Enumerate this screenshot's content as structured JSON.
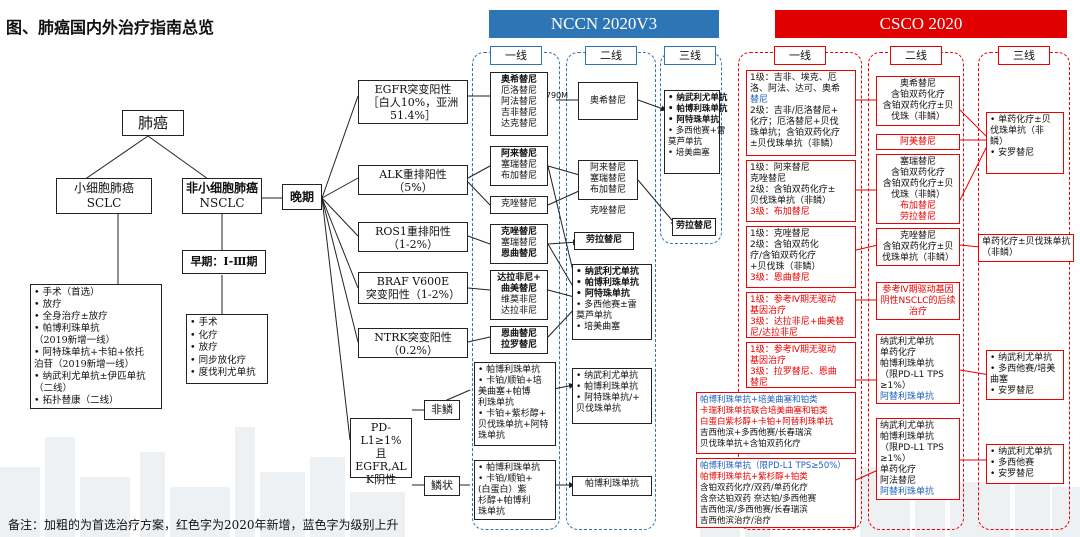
{
  "title": "图、肺癌国内外治疗指南总览",
  "note": "备注：加粗的为首选治疗方案，红色字为2020年新增，蓝色字为级别上升",
  "root": "肺癌",
  "sclc": {
    "line1": "小细胞肺癌",
    "line2": "SCLC"
  },
  "nsclc": {
    "line1": "非小细胞肺癌",
    "line2": "NSCLC"
  },
  "late": "晚期",
  "early_stage": "早期：Ⅰ-Ⅲ期",
  "sclc_tx": [
    "• 手术（首选）",
    "• 放疗",
    "• 全身治疗±放疗",
    "• 帕博利珠单抗",
    "  （2019新增一线）",
    "• 阿特珠单抗+卡铂+依托",
    "  泊苷（2019新增一线）",
    "• 纳武利尤单抗±伊匹单抗",
    "  （二线）",
    "• 拓扑替康（二线）"
  ],
  "early_tx": [
    "• 手术",
    "• 化疗",
    "• 放疗",
    "• 同步放化疗",
    "• 度伐利尤单抗"
  ],
  "subtypes": {
    "egfr": [
      "EGFR突变阳性",
      "［白人10%，亚洲",
      "51.4%］"
    ],
    "alk": [
      "ALK重排阳性",
      "（5%）"
    ],
    "ros1": [
      "ROS1重排阳性",
      "（1-2%）"
    ],
    "braf": [
      "BRAF V600E",
      "突变阳性（1-2%）"
    ],
    "ntrk": [
      "NTRK突变阳性",
      "（0.2%）"
    ],
    "pdl1": [
      "PD-L1≥1%",
      "且",
      "EGFR,AL",
      "K阴性"
    ]
  },
  "histology": {
    "nonsq": "非鳞",
    "sq": "鳞状"
  },
  "t790m": "T790M",
  "nccn": {
    "banner": "NCCN 2020V3",
    "h1": "一线",
    "h2": "二线",
    "h3": "三线",
    "l1": {
      "egfr": [
        "奥希替尼",
        "厄洛替尼",
        "阿法替尼",
        "吉非替尼",
        "达克替尼"
      ],
      "alk_a": [
        "阿来替尼",
        "塞瑞替尼",
        "布加替尼"
      ],
      "alk_b": [
        "克唑替尼"
      ],
      "ros1": [
        "克唑替尼",
        "塞瑞替尼",
        "恩曲替尼"
      ],
      "braf": [
        "达拉非尼+",
        "曲美替尼",
        "维莫非尼",
        "达拉非尼"
      ],
      "ntrk": [
        "恩曲替尼",
        "拉罗替尼"
      ],
      "nonsq": [
        "• 帕博利珠单抗",
        "• 卡铂/顺铂+培",
        "  美曲塞+帕博",
        "  利珠单抗",
        "• 卡铂+紫杉醇+",
        "  贝伐珠单抗+阿特",
        "  珠单抗"
      ],
      "sq": [
        "• 帕博利珠单抗",
        "• 卡铂/顺铂+",
        "  (白蛋白）紫",
        "  杉醇+帕博利",
        "  珠单抗"
      ]
    },
    "l2": {
      "egfr": [
        "奥希替尼"
      ],
      "alk": [
        "阿来替尼",
        "塞瑞替尼",
        "布加替尼"
      ],
      "alk_b": [
        "克唑替尼"
      ],
      "ros1": [
        "劳拉替尼"
      ],
      "mid": [
        "• 纳武利尤单抗",
        "• 帕博利珠单抗",
        "• 阿特珠单抗",
        "• 多西他赛±雷",
        "  莫芦单抗",
        "• 培美曲塞"
      ],
      "nonsq": [
        "• 纳武利尤单抗",
        "• 帕博利珠单抗",
        "• 阿特珠单抗/+",
        "  贝伐珠单抗"
      ],
      "sq": [
        "帕博利珠单抗"
      ]
    },
    "l3": {
      "a": [
        "• 纳武利尤单抗",
        "• 帕博利珠单抗",
        "• 阿特珠单抗",
        "• 多西他赛+雷",
        "  莫芦单抗",
        "• 培美曲塞"
      ],
      "b": [
        "劳拉替尼"
      ]
    }
  },
  "csco": {
    "banner": "CSCO 2020",
    "h1": "一线",
    "h2": "二线",
    "h3": "三线",
    "col1": [
      [
        "1级：吉非、埃克、厄",
        "洛、阿法、达可、奥希",
        "替尼",
        "2级：吉非/厄洛替尼+",
        "化疗；厄洛替尼+贝伐",
        "珠单抗；含铂双药化疗",
        "±贝伐珠单抗（非鳞）"
      ],
      [
        "1级：阿来替尼",
        "     克唑替尼",
        "2级：含铂双药化疗±",
        "贝伐珠单抗（非鳞）",
        "3级：布加替尼"
      ],
      [
        "1级：克唑替尼",
        "2级：含铂双药化",
        "疗/含铂双药化疗",
        "+贝伐珠（非鳞）",
        "3级：恩曲替尼"
      ],
      [
        "1级：参考Ⅳ期无驱动",
        "基因治疗",
        "3级：达拉非尼+曲美替",
        "尼/达拉非尼"
      ],
      [
        "1级：参考Ⅳ期无驱动",
        "基因治疗",
        "3级：拉罗替尼、恩曲",
        "替尼"
      ],
      [
        "帕博利珠单抗+培美曲塞和铂类",
        "卡瑞利珠单抗联合培美曲塞和铂类",
        "白蛋白紫杉醇+卡铂+阿替利珠单抗",
        "吉西他滨+多西他赛/长春瑞滨",
        "贝伐珠单抗+含铂双药化疗"
      ],
      [
        "帕博利珠单抗（限PD-L1 TPS≥50%）",
        "帕博利珠单抗+紫杉醇+铂类",
        "含铂双药化疗/双药/单药化疗",
        "含奈达铂双药  奈达铂/多西他赛",
        "吉西他滨/多西他赛/长春瑞滨",
        "吉西他滨治疗/治疗"
      ]
    ],
    "col2": [
      [
        "奥希替尼",
        "含铂双药化疗",
        "含铂双药化疗±贝",
        "伐珠（非鳞）"
      ],
      [
        "阿美替尼"
      ],
      [
        "塞瑞替尼",
        "含铂双药化疗",
        "含铂双药化疗±贝",
        "伐珠（非鳞）",
        "布加替尼",
        "劳拉替尼"
      ],
      [
        "克唑替尼",
        "含铂双药化疗±贝",
        "伐珠单抗（非鳞）"
      ],
      [
        "参考Ⅳ期驱动基因",
        "阴性NSCLC的后续",
        "治疗"
      ],
      [
        "纳武利尤单抗",
        "单药化疗",
        "帕博利珠单抗",
        "（限PD-L1 TPS",
        "≥1%）",
        "阿替利珠单抗"
      ],
      [
        "纳武利尤单抗",
        "帕博利珠单抗",
        "（限PD-L1 TPS",
        "≥1%）",
        "单药化疗",
        "阿法替尼",
        "阿替利珠单抗"
      ]
    ],
    "col3": [
      [
        "• 单药化疗±贝",
        "  伐珠单抗（非",
        "  鳞）",
        "• 安罗替尼"
      ],
      [
        "单药化疗±贝伐珠单抗",
        "（非鳞）"
      ],
      [
        "• 纳武利尤单抗",
        "• 多西他赛/培美",
        "  曲塞",
        "• 安罗替尼"
      ],
      [
        "• 纳武利尤单抗",
        "• 多西他赛",
        "• 安罗替尼"
      ]
    ]
  },
  "colors": {
    "nccn": "#2e75b6",
    "csco": "#e00000",
    "new": "#e00000",
    "up": "#1f5fbf"
  }
}
